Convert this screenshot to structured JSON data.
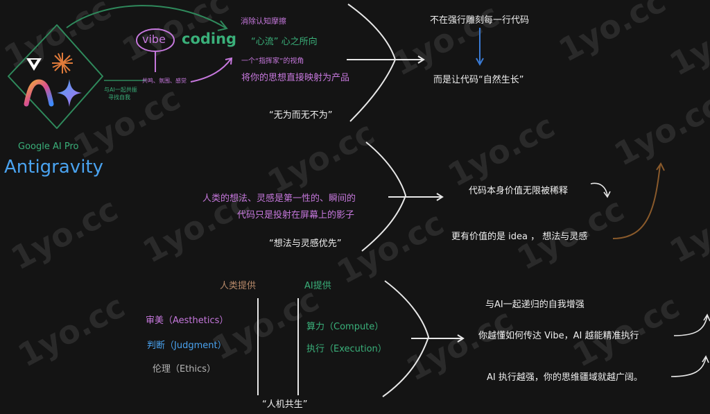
{
  "watermark": "1yo.cc",
  "logo": {
    "brand": "Google AI Pro",
    "product": "Antigravity",
    "side_note_1": "与AI一起共振",
    "side_note_2": "寻找自我"
  },
  "vibe": {
    "vibe": "vibe",
    "coding": "coding",
    "under": "共鸣、氛围、感觉"
  },
  "section1": {
    "l1": "消除认知摩擦",
    "l2": "“心流” 心之所向",
    "l3": "一个“指挥家”的视角",
    "l4": "将你的思想直接映射为产品",
    "quote": "“无为而无不为”",
    "r1": "不在强行雕刻每一行代码",
    "r2": "而是让代码“自然生长”"
  },
  "section2": {
    "l1": "人类的想法、灵感是第一性的、瞬间的",
    "l2": "代码只是投射在屏幕上的影子",
    "quote": "“想法与灵感优先”",
    "r1": "代码本身价值无限被稀释",
    "r2": "更有价值的是 idea ， 想法与灵感"
  },
  "section3": {
    "human_header": "人类提供",
    "ai_header": "AI提供",
    "h1": "审美（Aesthetics）",
    "h2": "判断（Judgment）",
    "h3": "伦理（Ethics）",
    "a1": "算力（Compute）",
    "a2": "执行（Execution）",
    "quote": "“人机共生”",
    "r1": "与AI一起递归的自我增强",
    "r2": "你越懂如何传达 Vibe，AI 越能精准执行",
    "r3": "AI 执行越强，你的思维疆域就越广阔。"
  },
  "colors": {
    "purple": "#c678dd",
    "green": "#3ab07a",
    "blue": "#4aa3f0",
    "brown": "#b88a6a",
    "white": "#f0f0f0"
  }
}
